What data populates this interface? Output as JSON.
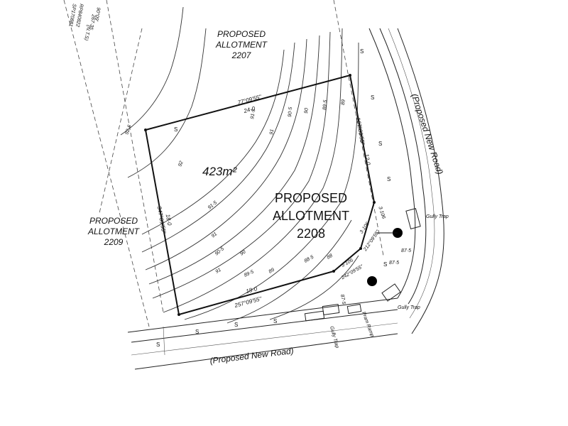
{
  "allotment_2207": {
    "line1": "PROPOSED",
    "line2": "ALLOTMENT",
    "line3": "2207"
  },
  "allotment_2208": {
    "line1": "PROPOSED",
    "line2": "ALLOTMENT",
    "line3": "2208"
  },
  "allotment_2209": {
    "line1": "PROPOSED",
    "line2": "ALLOTMENT",
    "line3": "2209"
  },
  "area": "423m²",
  "roads": {
    "bottom": "(Proposed New Road)",
    "right": "(Proposed New Road)"
  },
  "boundaries": {
    "top_bearing": "77°09'55\"",
    "top_length": "24·0",
    "left_bearing": "347°09'55\"",
    "left_length": "18·0",
    "bottom_bearing": "257°09'55\"",
    "bottom_length": "18·0",
    "right_bearing": "167°09'55\"",
    "right_length": "12·0",
    "corner_a_length": "3·106",
    "corner_a_bearing": "212°09'55\"",
    "corner_b_length": "3·106",
    "corner_b_bearing": "242°09'55\"",
    "corner_c_length": "3·106"
  },
  "contours": [
    "91·5",
    "91",
    "90·5",
    "90",
    "89·5",
    "89",
    "88·5",
    "88",
    "87·5",
    "89·5",
    "89",
    "88",
    "87·5",
    "92",
    "92·5"
  ],
  "features": {
    "gully_trap_1": "Gully Trap",
    "gully_trap_2": "Gully Trap",
    "gully_trap_3": "Gully Trap",
    "pram_ramp": "Pram Ramp",
    "sewer": "S"
  },
  "top_left_text": [
    "SP170881",
    "RP840822",
    "90°09'",
    "267·35",
    "(N.T.S)"
  ]
}
